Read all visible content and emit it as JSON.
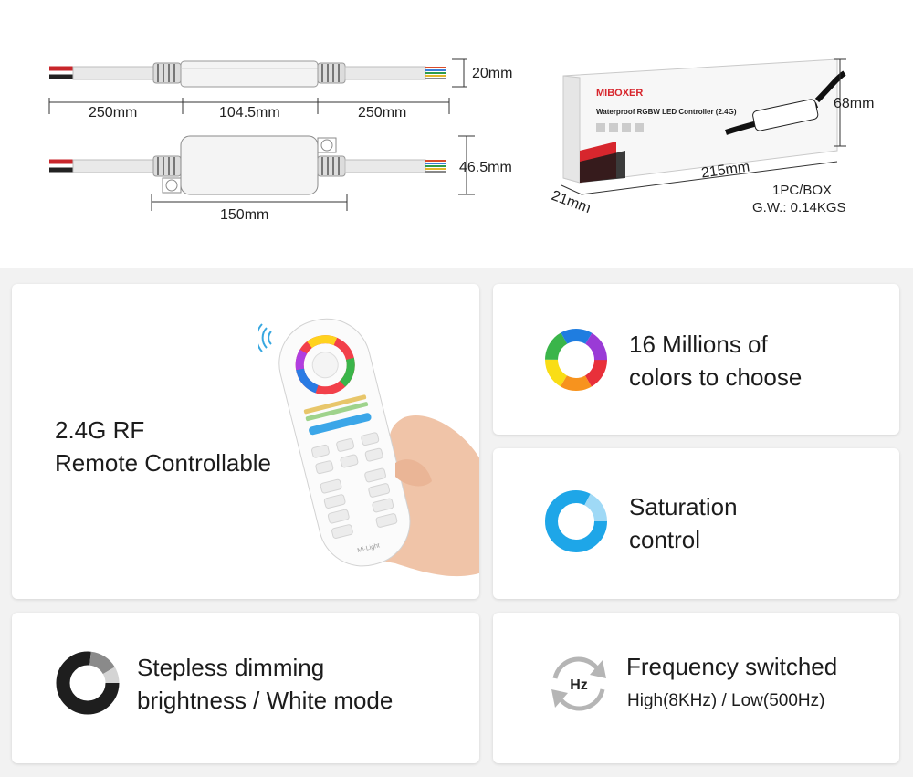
{
  "dimensions": {
    "side_left": "250mm",
    "side_middle": "104.5mm",
    "side_right": "250mm",
    "side_height": "20mm",
    "top_height": "46.5mm",
    "top_length": "150mm",
    "box_height": "68mm",
    "box_length": "215mm",
    "box_width": "21mm"
  },
  "packaging": {
    "brand": "MIBOXER",
    "title": "Waterproof RGBW LED Controller (2.4G)",
    "qty": "1PC/BOX",
    "weight": "G.W.: 0.14KGS"
  },
  "remote": {
    "brand": "Mi·Light"
  },
  "features": {
    "rf_line1": "2.4G RF",
    "rf_line2": "Remote Controllable",
    "colors_line1": "16 Millions of",
    "colors_line2": "colors to choose",
    "saturation_line1": "Saturation",
    "saturation_line2": "control",
    "dimming_line1": "Stepless dimming",
    "dimming_line2": "brightness / White mode",
    "frequency_title": "Frequency switched",
    "frequency_detail": "High(8KHz) / Low(500Hz)",
    "hz_label": "Hz"
  },
  "colors": {
    "page_bg": "#f2f2f2",
    "card_bg": "#ffffff",
    "saturation_blue": "#1ea6e8",
    "dimming_dark": "#222222",
    "box_red": "#d7262d"
  },
  "icons": [
    "rgb-color-wheel-icon",
    "saturation-ring-icon",
    "dimming-ring-icon",
    "frequency-cycle-icon",
    "wifi-signal-icon"
  ]
}
